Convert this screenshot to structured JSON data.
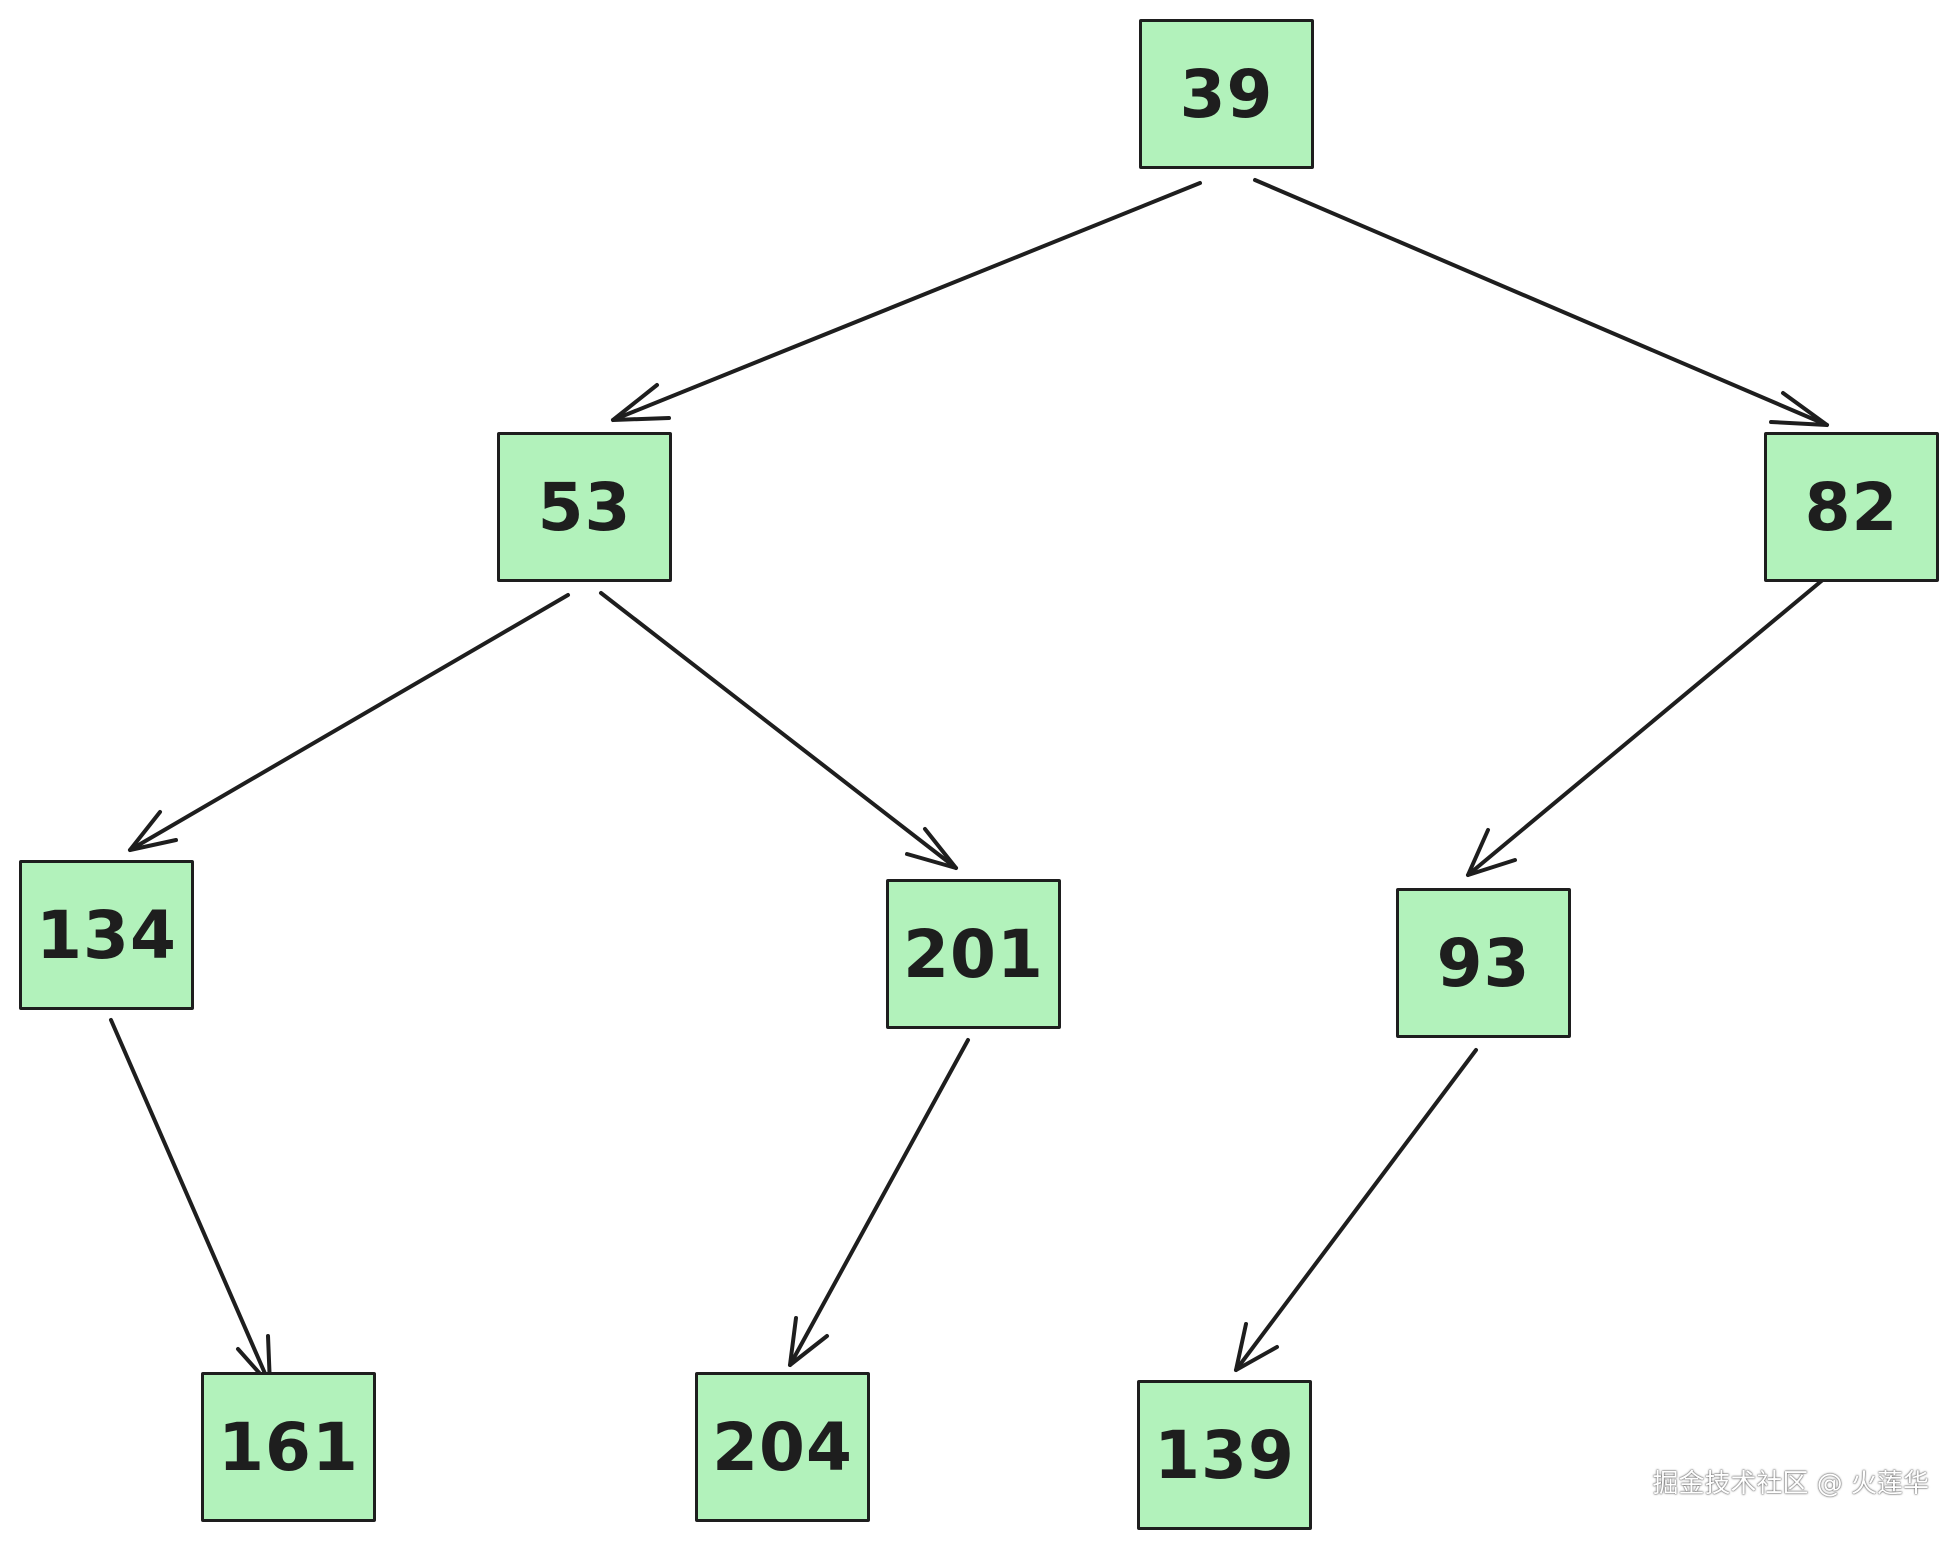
{
  "colors": {
    "node_fill": "#b2f2bb",
    "stroke": "#1e1e1e",
    "background": "#ffffff"
  },
  "nodes": [
    {
      "id": "n39",
      "label": "39"
    },
    {
      "id": "n53",
      "label": "53"
    },
    {
      "id": "n82",
      "label": "82"
    },
    {
      "id": "n134",
      "label": "134"
    },
    {
      "id": "n201",
      "label": "201"
    },
    {
      "id": "n93",
      "label": "93"
    },
    {
      "id": "n161",
      "label": "161"
    },
    {
      "id": "n204",
      "label": "204"
    },
    {
      "id": "n139",
      "label": "139"
    }
  ],
  "edges": [
    {
      "from": "39",
      "to": "53"
    },
    {
      "from": "39",
      "to": "82"
    },
    {
      "from": "53",
      "to": "134"
    },
    {
      "from": "53",
      "to": "201"
    },
    {
      "from": "82",
      "to": "93"
    },
    {
      "from": "134",
      "to": "161"
    },
    {
      "from": "201",
      "to": "204"
    },
    {
      "from": "93",
      "to": "139"
    }
  ],
  "watermark": "掘金技术社区 @ 火莲华"
}
